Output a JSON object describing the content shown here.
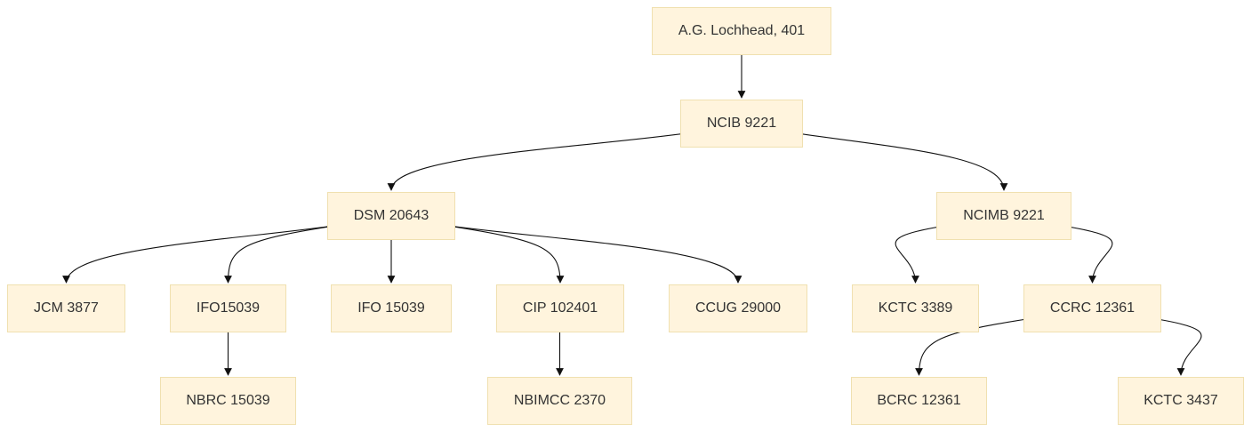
{
  "diagram": {
    "nodes": {
      "lochhead": "A.G. Lochhead, 401",
      "ncib9221": "NCIB 9221",
      "dsm20643": "DSM 20643",
      "ncimb9221": "NCIMB 9221",
      "jcm3877": "JCM 3877",
      "ifo15039a": "IFO15039",
      "ifo15039b": "IFO 15039",
      "cip102401": "CIP 102401",
      "ccug29000": "CCUG 29000",
      "kctc3389": "KCTC 3389",
      "ccrc12361": "CCRC 12361",
      "nbrc15039": "NBRC 15039",
      "nbimcc2370": "NBIMCC 2370",
      "bcrc12361": "BCRC 12361",
      "kctc3437": "KCTC 3437"
    },
    "edges": [
      [
        "lochhead",
        "ncib9221"
      ],
      [
        "ncib9221",
        "dsm20643"
      ],
      [
        "ncib9221",
        "ncimb9221"
      ],
      [
        "dsm20643",
        "jcm3877"
      ],
      [
        "dsm20643",
        "ifo15039a"
      ],
      [
        "dsm20643",
        "ifo15039b"
      ],
      [
        "dsm20643",
        "cip102401"
      ],
      [
        "dsm20643",
        "ccug29000"
      ],
      [
        "ncimb9221",
        "kctc3389"
      ],
      [
        "ncimb9221",
        "ccrc12361"
      ],
      [
        "ifo15039a",
        "nbrc15039"
      ],
      [
        "cip102401",
        "nbimcc2370"
      ],
      [
        "ccrc12361",
        "bcrc12361"
      ],
      [
        "ccrc12361",
        "kctc3437"
      ]
    ]
  }
}
